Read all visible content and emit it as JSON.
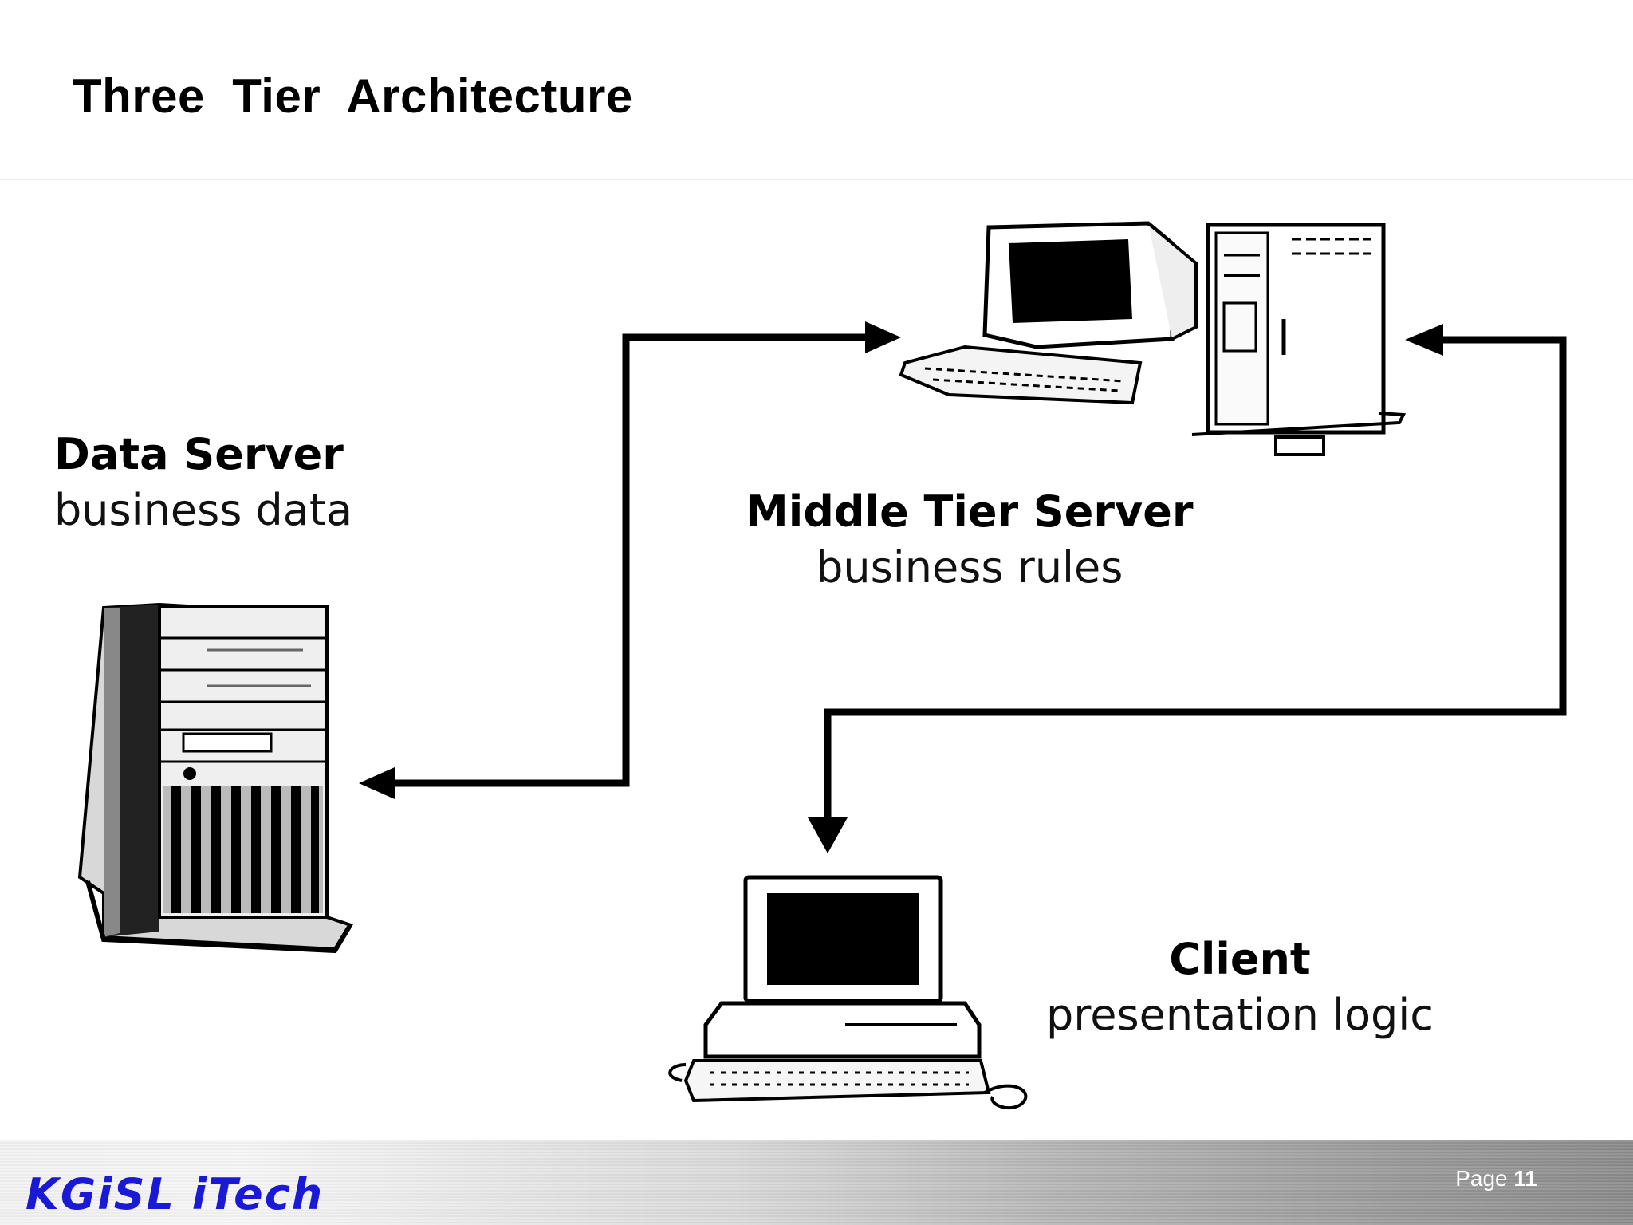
{
  "slide": {
    "title": "Three  Tier  Architecture"
  },
  "diagram": {
    "nodes": [
      {
        "id": "data-server",
        "name": "Data Server",
        "role": "business data",
        "icon": "tower-server-icon"
      },
      {
        "id": "middle-tier",
        "name": "Middle Tier Server",
        "role": "business rules",
        "icon": "desktop-and-tower-icon"
      },
      {
        "id": "client",
        "name": "Client",
        "role": "presentation logic",
        "icon": "desktop-computer-icon"
      }
    ],
    "edges": [
      {
        "from": "data-server",
        "to": "middle-tier",
        "bidirectional": true
      },
      {
        "from": "middle-tier",
        "to": "client",
        "bidirectional": true
      }
    ]
  },
  "footer": {
    "brand": "KGiSL iTech",
    "page_label": "Page",
    "page_number": "11",
    "brand_color": "#1a1ad6"
  }
}
